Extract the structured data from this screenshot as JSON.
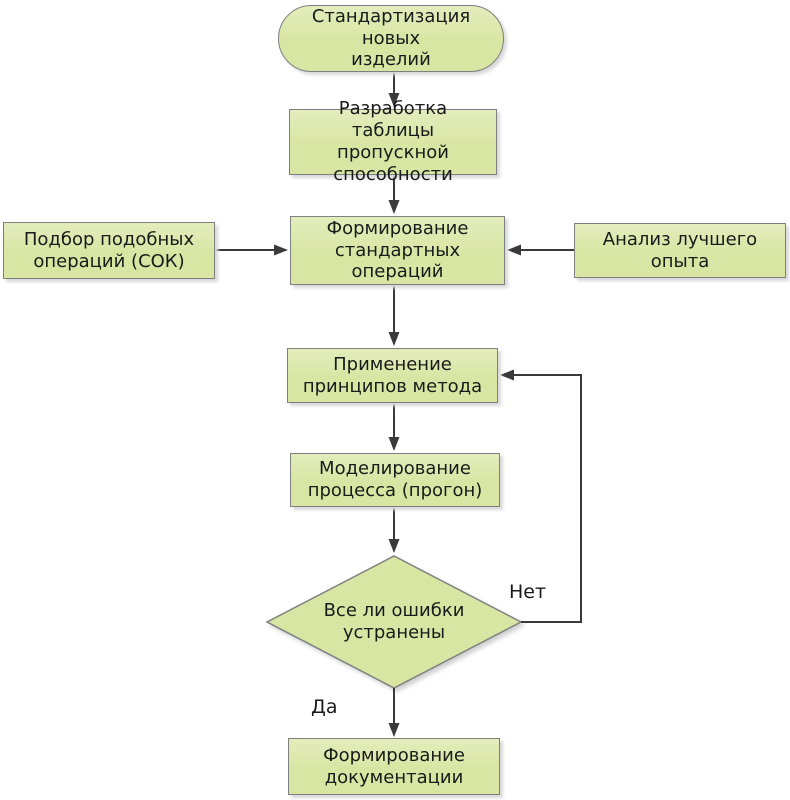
{
  "diagram": {
    "type": "flowchart",
    "language": "ru",
    "nodes": {
      "start": {
        "label": "Стандартизация новых\nизделий",
        "shape": "stadium"
      },
      "develop_table": {
        "label": "Разработка таблицы\nпропускной\nспособности",
        "shape": "rect"
      },
      "select_ops": {
        "label": "Подбор подобных\nопераций (СОК)",
        "shape": "rect"
      },
      "form_ops": {
        "label": "Формирование\nстандартных\nопераций",
        "shape": "rect"
      },
      "analyze_best": {
        "label": "Анализ лучшего\nопыта",
        "shape": "rect"
      },
      "apply_principles": {
        "label": "Применение\nпринципов метода",
        "shape": "rect"
      },
      "model_process": {
        "label": "Моделирование\nпроцесса (прогон)",
        "shape": "rect"
      },
      "decision": {
        "label": "Все ли ошибки\nустранены",
        "shape": "diamond"
      },
      "form_docs": {
        "label": "Формирование\nдокументации",
        "shape": "rect"
      }
    },
    "edge_labels": {
      "no": "Нет",
      "yes": "Да"
    },
    "edges": [
      "start -> develop_table",
      "develop_table -> form_ops",
      "select_ops -> form_ops",
      "analyze_best -> form_ops",
      "form_ops -> apply_principles",
      "apply_principles -> model_process",
      "model_process -> decision",
      "decision -> form_docs (Да)",
      "decision -> apply_principles (Нет)"
    ]
  },
  "colors": {
    "node_fill": "#d9e5a3",
    "node_border": "#7f7f7f",
    "arrow": "#3a3a3a",
    "text": "#1a1a1a",
    "bg": "#ffffff"
  }
}
